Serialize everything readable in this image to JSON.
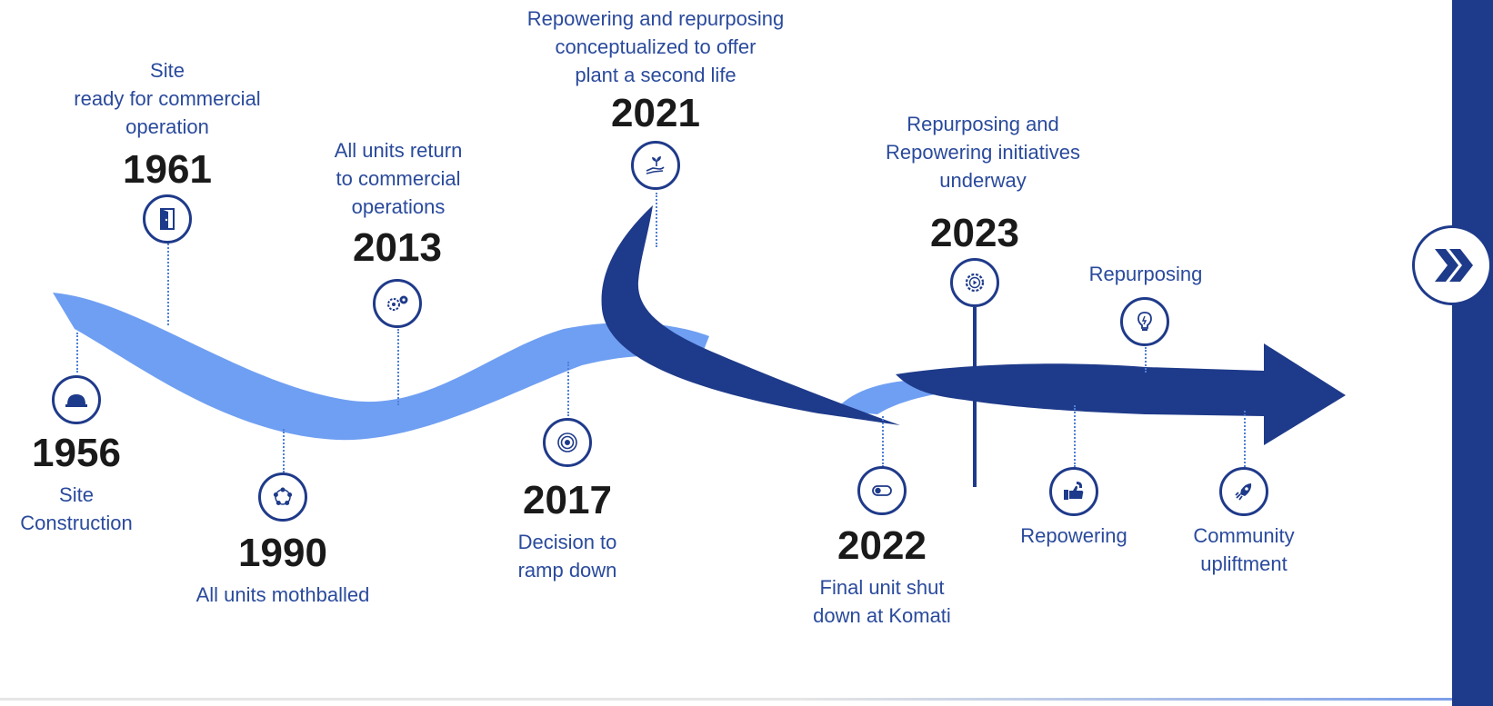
{
  "milestones": [
    {
      "year": "1956",
      "lines": [
        "Site",
        "Construction"
      ],
      "icon": "hard-hat-icon"
    },
    {
      "year": "1961",
      "lines": [
        "Site",
        "ready for commercial",
        "operation"
      ],
      "icon": "door-icon"
    },
    {
      "year": "1990",
      "lines": [
        "All units mothballed"
      ],
      "icon": "network-icon"
    },
    {
      "year": "2013",
      "lines": [
        "All units return",
        "to commercial",
        "operations"
      ],
      "icon": "gears-icon"
    },
    {
      "year": "2017",
      "lines": [
        "Decision to",
        "ramp down"
      ],
      "icon": "target-icon"
    },
    {
      "year": "2021",
      "lines": [
        "Repowering and repurposing",
        "conceptualized to offer",
        "plant a second life"
      ],
      "icon": "hand-plant-icon"
    },
    {
      "year": "2022",
      "lines": [
        "Final unit shut",
        "down at Komati"
      ],
      "icon": "toggle-switch-icon"
    },
    {
      "year": "2023",
      "lines": [
        "Repurposing and",
        "Repowering initiatives",
        "underway"
      ],
      "icon": "gear-play-icon"
    }
  ],
  "branches": [
    {
      "label": "Repurposing",
      "icon": "lightbulb-icon"
    },
    {
      "label": "Repowering",
      "icon": "hand-magnet-icon"
    },
    {
      "lines": [
        "Community",
        "upliftment"
      ],
      "icon": "rocket-icon"
    }
  ],
  "colors": {
    "dark_blue": "#1e3a8a",
    "light_blue": "#6f9ff2",
    "text_blue": "#2a4a9c",
    "year_text": "#1a1a1a"
  },
  "navigation": {
    "next_icon": "double-chevron-right-icon"
  }
}
